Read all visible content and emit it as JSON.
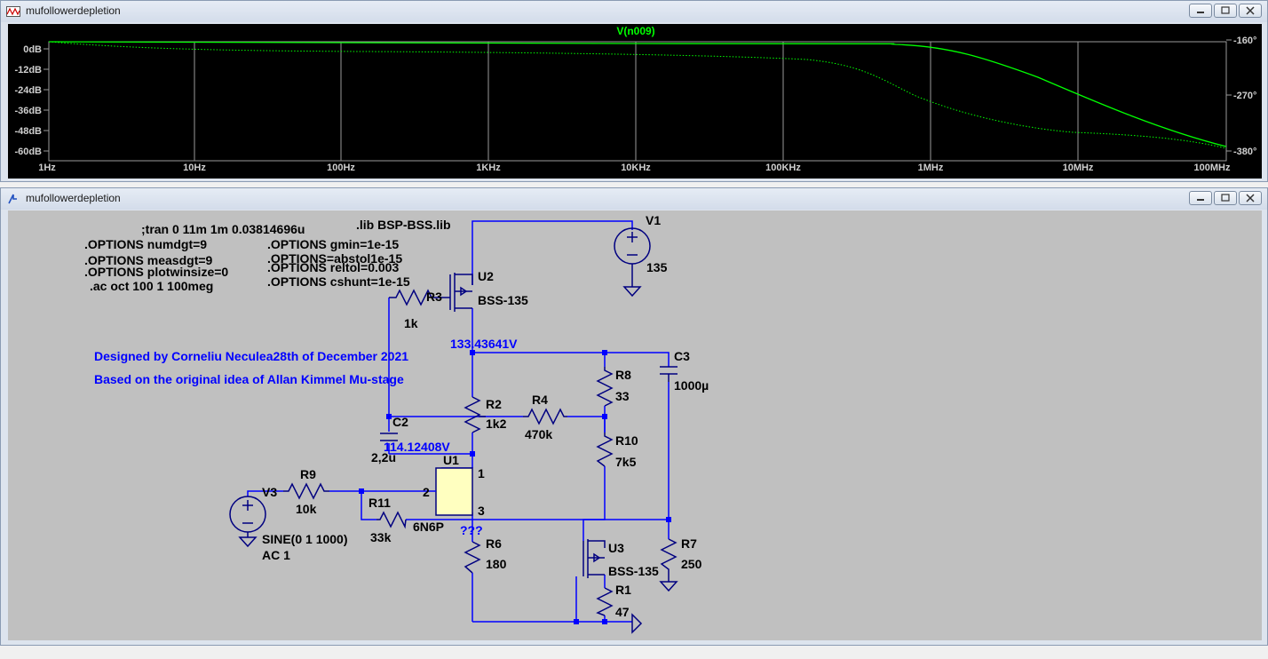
{
  "plot_window": {
    "title": "mufollowerdepletion",
    "trace_name": "V(n009)",
    "y_left_ticks": [
      "0dB",
      "-12dB",
      "-24dB",
      "-36dB",
      "-48dB",
      "-60dB"
    ],
    "y_right_ticks": [
      "-160°",
      "-270°",
      "-380°"
    ],
    "x_ticks": [
      "1Hz",
      "10Hz",
      "100Hz",
      "1KHz",
      "10KHz",
      "100KHz",
      "1MHz",
      "10MHz",
      "100MHz"
    ],
    "trace_color": "#00ff00"
  },
  "schematic_window": {
    "title": "mufollowerdepletion",
    "directives": [
      ";tran 0 11m 1m 0.03814696u",
      ".OPTIONS numdgt=9",
      ".OPTIONS measdgt=9",
      ".OPTIONS plotwinsize=0",
      ".ac oct 100 1 100meg",
      ".lib BSP-BSS.lib",
      ".OPTIONS gmin=1e-15",
      ".OPTIONS=abstol1e-15",
      ".OPTIONS reltol=0.003",
      ".OPTIONS cshunt=1e-15"
    ],
    "comments": [
      "Designed by Corneliu Neculea28th of December 2021",
      "Based on the original idea of Allan Kimmel Mu-stage"
    ],
    "node_voltages": [
      "133.43641V",
      "114.12408V",
      "???"
    ],
    "components": {
      "V1": {
        "name": "V1",
        "value": "135"
      },
      "U2": {
        "name": "U2",
        "value": "BSS-135"
      },
      "R3": {
        "name": "R3",
        "value": "1k"
      },
      "C3": {
        "name": "C3",
        "value": "1000µ"
      },
      "R8": {
        "name": "R8",
        "value": "33"
      },
      "R2": {
        "name": "R2",
        "value": "1k2"
      },
      "R4": {
        "name": "R4",
        "value": "470k"
      },
      "C2": {
        "name": "C2",
        "value": "2,2u"
      },
      "R10": {
        "name": "R10",
        "value": "7k5"
      },
      "U1": {
        "name": "U1",
        "value": "6N6P",
        "pins": [
          "1",
          "2",
          "3"
        ]
      },
      "V3": {
        "name": "V3",
        "value": "SINE(0 1 1000)",
        "value2": "AC 1"
      },
      "R9": {
        "name": "R9",
        "value": "10k"
      },
      "R11": {
        "name": "R11",
        "value": "33k"
      },
      "R6": {
        "name": "R6",
        "value": "180"
      },
      "U3": {
        "name": "U3",
        "value": "BSS-135"
      },
      "R1": {
        "name": "R1",
        "value": "47"
      },
      "R7": {
        "name": "R7",
        "value": "250"
      }
    },
    "colors": {
      "wire": "#0000ff",
      "component": "#000080",
      "comment": "#0000ff",
      "background": "#c0c0c0"
    }
  }
}
